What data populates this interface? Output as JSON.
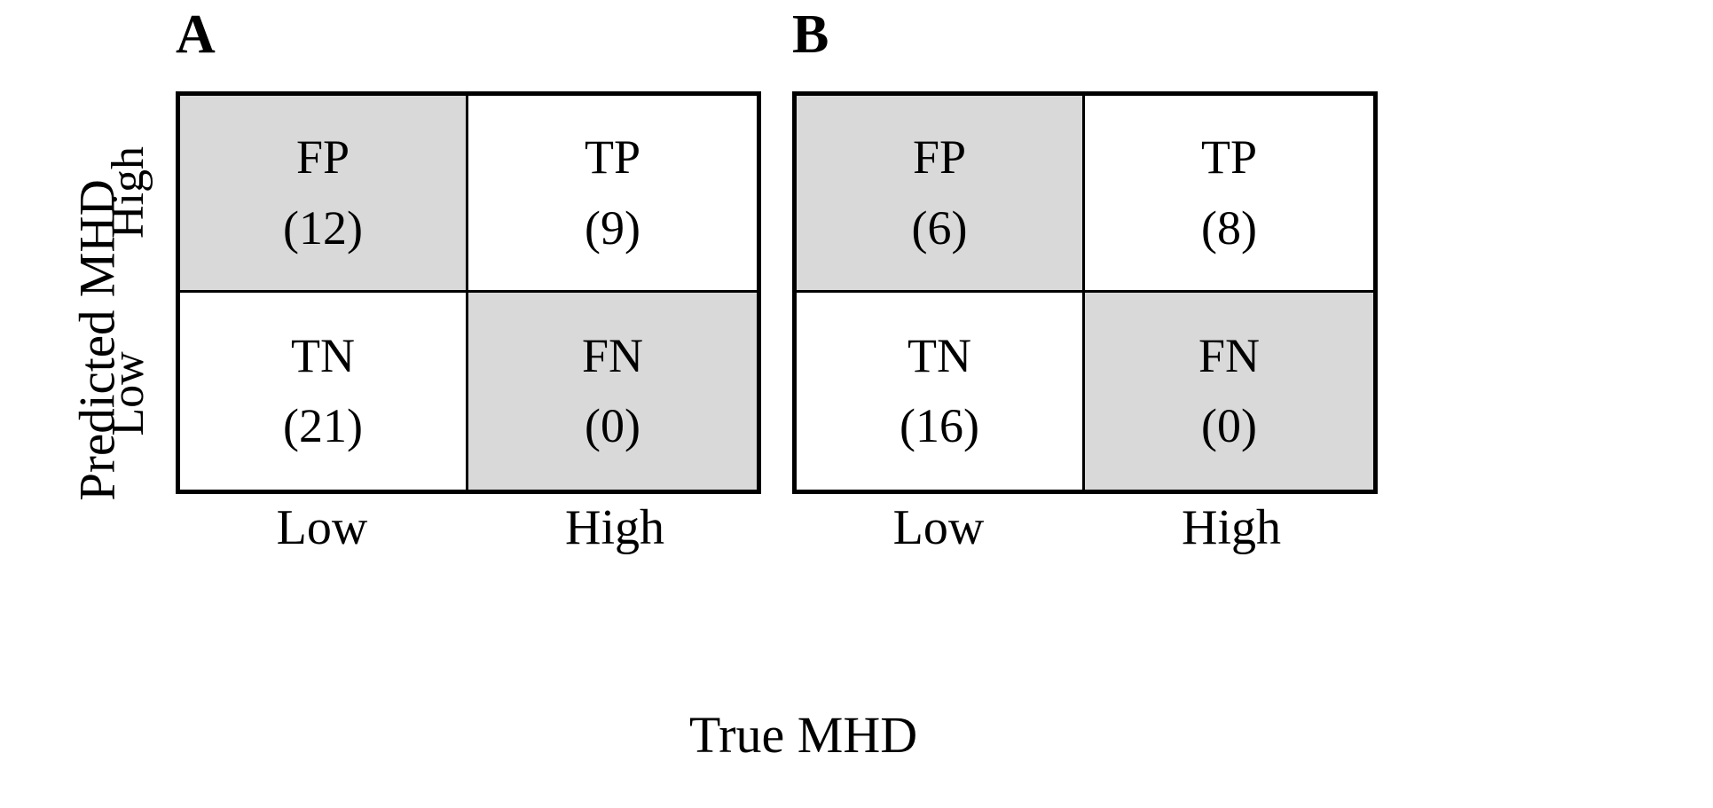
{
  "figure": {
    "axis_titles": {
      "y": "Predicted MHD",
      "x": "True MHD"
    },
    "y_tick_labels": [
      "High",
      "Low"
    ],
    "x_tick_labels": [
      "Low",
      "High"
    ],
    "colors": {
      "shaded_cell": "#d9d9d9",
      "unshaded_cell": "#ffffff",
      "border": "#000000",
      "text": "#000000"
    }
  },
  "panels": [
    {
      "letter": "A",
      "cells": [
        {
          "label": "FP",
          "value": "(12)",
          "shaded": true
        },
        {
          "label": "TP",
          "value": "(9)",
          "shaded": false
        },
        {
          "label": "TN",
          "value": "(21)",
          "shaded": false
        },
        {
          "label": "FN",
          "value": "(0)",
          "shaded": true
        }
      ]
    },
    {
      "letter": "B",
      "cells": [
        {
          "label": "FP",
          "value": "(6)",
          "shaded": true
        },
        {
          "label": "TP",
          "value": "(8)",
          "shaded": false
        },
        {
          "label": "TN",
          "value": "(16)",
          "shaded": false
        },
        {
          "label": "FN",
          "value": "(0)",
          "shaded": true
        }
      ]
    }
  ],
  "chart_data": {
    "type": "table",
    "title": "",
    "xlabel": "True MHD",
    "ylabel": "Predicted MHD",
    "row_categories": [
      "High",
      "Low"
    ],
    "column_categories": [
      "Low",
      "High"
    ],
    "panels": [
      {
        "name": "A",
        "matrix": [
          [
            12,
            9
          ],
          [
            21,
            0
          ]
        ],
        "cell_labels": [
          [
            "FP",
            "TP"
          ],
          [
            "TN",
            "FN"
          ]
        ],
        "shaded": [
          [
            true,
            false
          ],
          [
            false,
            true
          ]
        ]
      },
      {
        "name": "B",
        "matrix": [
          [
            6,
            8
          ],
          [
            16,
            0
          ]
        ],
        "cell_labels": [
          [
            "FP",
            "TP"
          ],
          [
            "TN",
            "FN"
          ]
        ],
        "shaded": [
          [
            true,
            false
          ],
          [
            false,
            true
          ]
        ]
      }
    ]
  }
}
